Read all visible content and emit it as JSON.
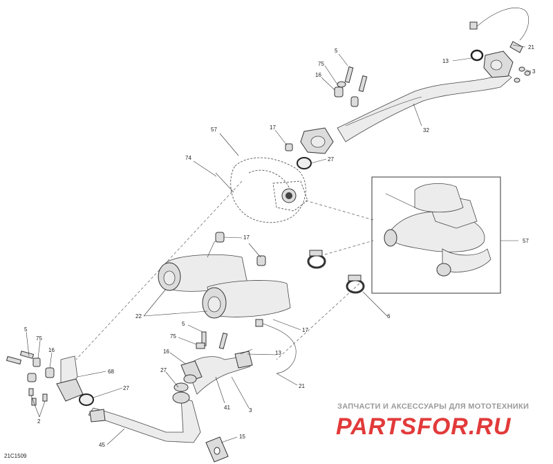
{
  "diagram": {
    "drawing_code": "21C1509",
    "watermark": {
      "tagline": "ЗАПЧАСТИ И АКСЕССУАРЫ ДЛЯ МОТОТЕХНИКИ",
      "brand": "PARTSFOR.RU"
    },
    "callouts": [
      {
        "id": "c-21-top",
        "text": "21"
      },
      {
        "id": "c-13-top",
        "text": "13"
      },
      {
        "id": "c-3-top",
        "text": "3"
      },
      {
        "id": "c-5-top",
        "text": "5"
      },
      {
        "id": "c-75-top",
        "text": "75"
      },
      {
        "id": "c-16-top",
        "text": "16"
      },
      {
        "id": "c-32",
        "text": "32"
      },
      {
        "id": "c-57-top",
        "text": "57"
      },
      {
        "id": "c-17-top",
        "text": "17"
      },
      {
        "id": "c-74",
        "text": "74"
      },
      {
        "id": "c-27-top",
        "text": "27"
      },
      {
        "id": "c-57-inset",
        "text": "57"
      },
      {
        "id": "c-17-mid",
        "text": "17"
      },
      {
        "id": "c-22",
        "text": "22"
      },
      {
        "id": "c-6",
        "text": "6"
      },
      {
        "id": "c-17-low",
        "text": "17"
      },
      {
        "id": "c-5-mid",
        "text": "5"
      },
      {
        "id": "c-75-mid",
        "text": "75"
      },
      {
        "id": "c-16-mid",
        "text": "16"
      },
      {
        "id": "c-13-mid",
        "text": "13"
      },
      {
        "id": "c-27-mid",
        "text": "27"
      },
      {
        "id": "c-41",
        "text": "41"
      },
      {
        "id": "c-21-mid",
        "text": "21"
      },
      {
        "id": "c-3-mid",
        "text": "3"
      },
      {
        "id": "c-5-left",
        "text": "5"
      },
      {
        "id": "c-75-left",
        "text": "75"
      },
      {
        "id": "c-16-left",
        "text": "16"
      },
      {
        "id": "c-68",
        "text": "68"
      },
      {
        "id": "c-27-left",
        "text": "27"
      },
      {
        "id": "c-2",
        "text": "2"
      },
      {
        "id": "c-45",
        "text": "45"
      },
      {
        "id": "c-15",
        "text": "15"
      }
    ]
  }
}
